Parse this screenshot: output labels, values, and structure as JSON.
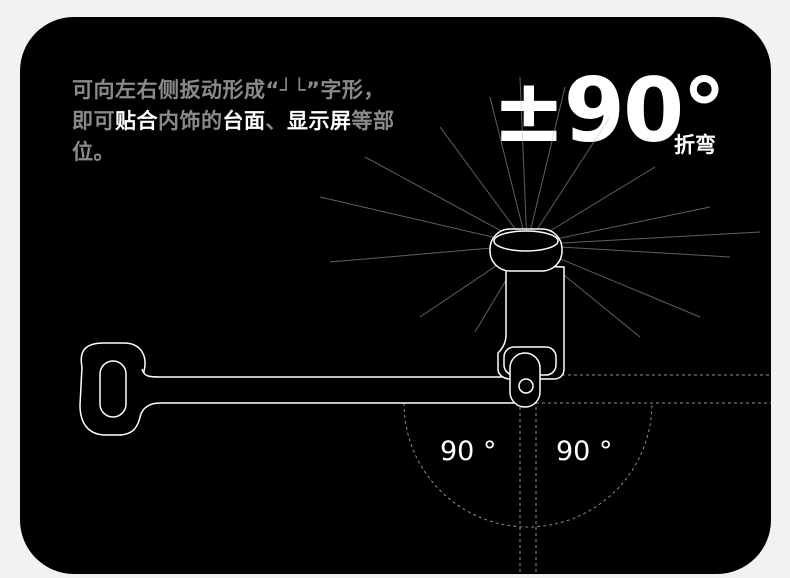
{
  "description": {
    "segments": [
      {
        "text": "可向左右侧扳动形成“┘└”字形，即可",
        "highlight": false
      },
      {
        "text": "贴合",
        "highlight": true
      },
      {
        "text": "内饰的",
        "highlight": false
      },
      {
        "text": "台面",
        "highlight": true
      },
      {
        "text": "、",
        "highlight": false
      },
      {
        "text": "显示屏",
        "highlight": true
      },
      {
        "text": "等部位。",
        "highlight": false
      }
    ]
  },
  "headline": {
    "angle": "±90°",
    "caption": "折弯"
  },
  "diagram": {
    "left_angle_label": "90 °",
    "right_angle_label": "90 °"
  },
  "colors": {
    "card_background": "#000000",
    "page_background": "#f2f2f2",
    "text_primary": "#ffffff",
    "text_muted": "#8a8a8a"
  }
}
